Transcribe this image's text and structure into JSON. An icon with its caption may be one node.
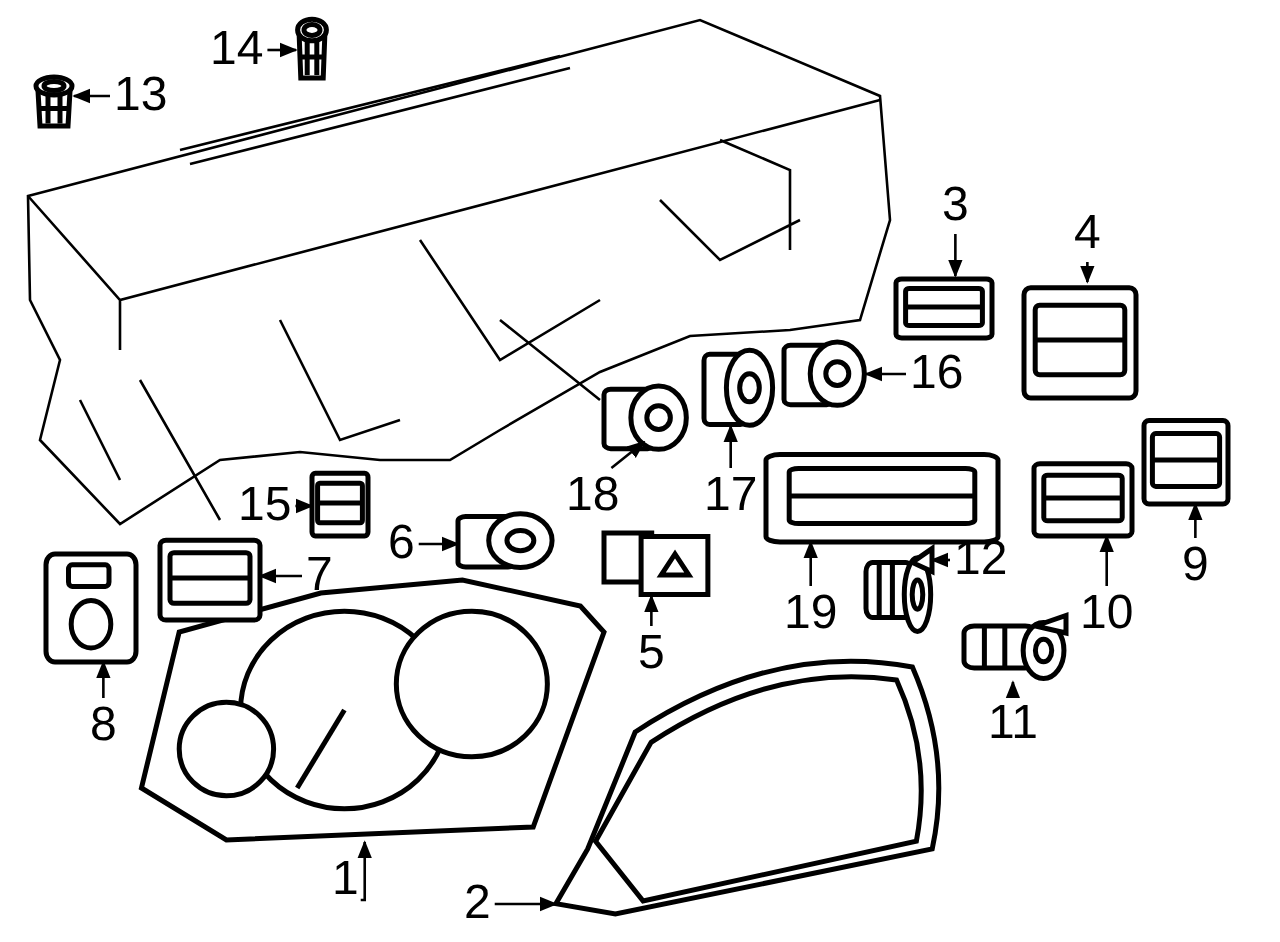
{
  "diagram": {
    "nodes": [
      {
        "text": [
          "1"
        ]
      },
      {
        "text": [
          "2"
        ]
      },
      {
        "text": [
          "3"
        ]
      },
      {
        "text": [
          "4"
        ]
      },
      {
        "text": [
          "5"
        ]
      },
      {
        "text": [
          "6"
        ]
      },
      {
        "text": [
          "7"
        ]
      },
      {
        "text": [
          "8"
        ]
      },
      {
        "text": [
          "9"
        ]
      },
      {
        "text": [
          "10"
        ]
      },
      {
        "text": [
          "11"
        ]
      },
      {
        "text": [
          "12"
        ]
      },
      {
        "text": [
          "13"
        ]
      },
      {
        "text": [
          "14"
        ]
      },
      {
        "text": [
          "15"
        ]
      },
      {
        "text": [
          "16"
        ]
      },
      {
        "text": [
          "17"
        ]
      },
      {
        "text": [
          "18"
        ]
      },
      {
        "text": [
          "19"
        ]
      },
      {
        "text": [],
        "shape": "picture"
      },
      {
        "text": [],
        "shape": "picture"
      },
      {
        "text": [],
        "shape": "picture"
      },
      {
        "text": [],
        "shape": "picture"
      },
      {
        "text": [],
        "shape": "picture"
      },
      {
        "text": [],
        "shape": "picture"
      },
      {
        "text": [],
        "shape": "picture"
      },
      {
        "text": [],
        "shape": "picture"
      },
      {
        "text": [],
        "shape": "picture"
      },
      {
        "text": [],
        "shape": "picture"
      },
      {
        "text": [],
        "shape": "picture"
      },
      {
        "text": [],
        "shape": "picture"
      },
      {
        "text": [],
        "shape": "picture"
      },
      {
        "text": [],
        "shape": "picture"
      },
      {
        "text": [],
        "shape": "picture"
      },
      {
        "text": [],
        "shape": "picture"
      },
      {
        "text": [],
        "shape": "picture"
      },
      {
        "text": [],
        "shape": "picture"
      },
      {
        "text": [],
        "shape": "picture"
      }
    ],
    "edges": [
      {
        "from": 0,
        "to": 19,
        "arrow": "to"
      },
      {
        "from": 1,
        "to": 20,
        "arrow": "to"
      },
      {
        "from": 2,
        "to": 21,
        "arrow": "to"
      },
      {
        "from": 3,
        "to": 22,
        "arrow": "to"
      },
      {
        "from": 4,
        "to": 23,
        "arrow": "to"
      },
      {
        "from": 5,
        "to": 24,
        "arrow": "to"
      },
      {
        "from": 6,
        "to": 25,
        "arrow": "to"
      },
      {
        "from": 7,
        "to": 26,
        "arrow": "to"
      },
      {
        "from": 8,
        "to": 27,
        "arrow": "to"
      },
      {
        "from": 9,
        "to": 28,
        "arrow": "to"
      },
      {
        "from": 10,
        "to": 29,
        "arrow": "to"
      },
      {
        "from": 11,
        "to": 30,
        "arrow": "to"
      },
      {
        "from": 12,
        "to": 31,
        "arrow": "to"
      },
      {
        "from": 13,
        "to": 32,
        "arrow": "to"
      },
      {
        "from": 14,
        "to": 33,
        "arrow": "to"
      },
      {
        "from": 15,
        "to": 34,
        "arrow": "to"
      },
      {
        "from": 16,
        "to": 35,
        "arrow": "to"
      },
      {
        "from": 17,
        "to": 36,
        "arrow": "to"
      },
      {
        "from": 18,
        "to": 37,
        "arrow": "to"
      }
    ]
  }
}
